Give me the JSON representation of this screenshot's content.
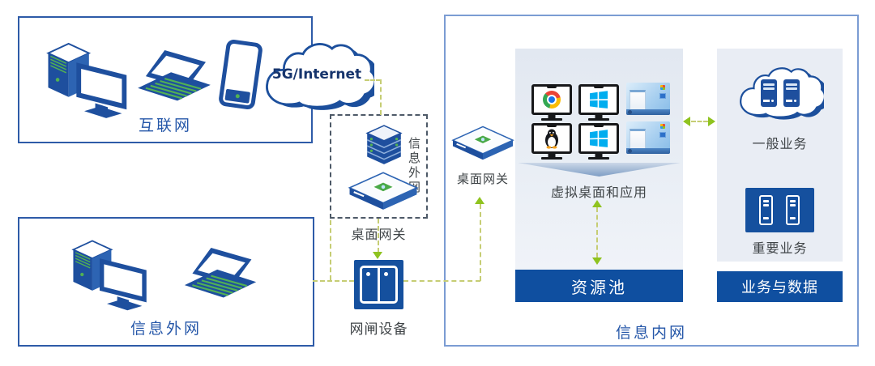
{
  "nodes": {
    "internet_box": {
      "label": "互联网"
    },
    "cloud": {
      "label": "5G/Internet"
    },
    "extranet_box": {
      "label": "信息外网"
    },
    "dmz_box": {
      "side_label": "信息外网",
      "caption": "桌面网关"
    },
    "isolation_device": {
      "caption": "网闸设备"
    },
    "intranet_box": {
      "label": "信息内网",
      "desktop_gateway": {
        "caption": "桌面网关"
      },
      "resource_panel": {
        "caption": "虚拟桌面和应用",
        "bar_label": "资源池"
      },
      "business_panel": {
        "general_label": "一般业务",
        "critical_label": "重要业务",
        "bar_label": "业务与数据"
      }
    }
  },
  "icons": {
    "desktop-pc-icon": "svg-isometric-tower-and-monitor",
    "laptop-icon": "svg-isometric-laptop-green-keys",
    "smartphone-icon": "svg-phone-outline",
    "cloud-icon": "svg-cloud-blue-outline-shadow",
    "server-stack-icon": "svg-isometric-stacked-servers",
    "gateway-appliance-icon": "svg-flat-appliance-green-logo",
    "isolation-device-icon": "css-blue-square-two-doors",
    "monitor-chrome-icon": "css-monitor+chrome-logo",
    "monitor-windows-icon": "css-monitor+windows-logo",
    "monitor-linux-icon": "css-monitor+tux-penguin",
    "desktop-thumbnail-icon": "css-windows-desktop-screenshot",
    "cloud-servers-icon": "svg-cloud+two-blue-towers",
    "server-pair-icon": "css-two-white-outline-towers",
    "arrow-icon": "css-green-triangle"
  },
  "colors": {
    "icon_blue": "#1e4f9e",
    "box_border_blue": "#2e5ba8",
    "intranet_border_blue": "#7b9cd3",
    "bar_blue": "#0f4fa0",
    "panel_bg": "#e7ecf4",
    "label_blue": "#2456a8",
    "label_gray": "#3f4447",
    "connector_dash": "#c6cd74",
    "connector_arrow": "#8fc31f",
    "windows_blue": "#00adef"
  }
}
